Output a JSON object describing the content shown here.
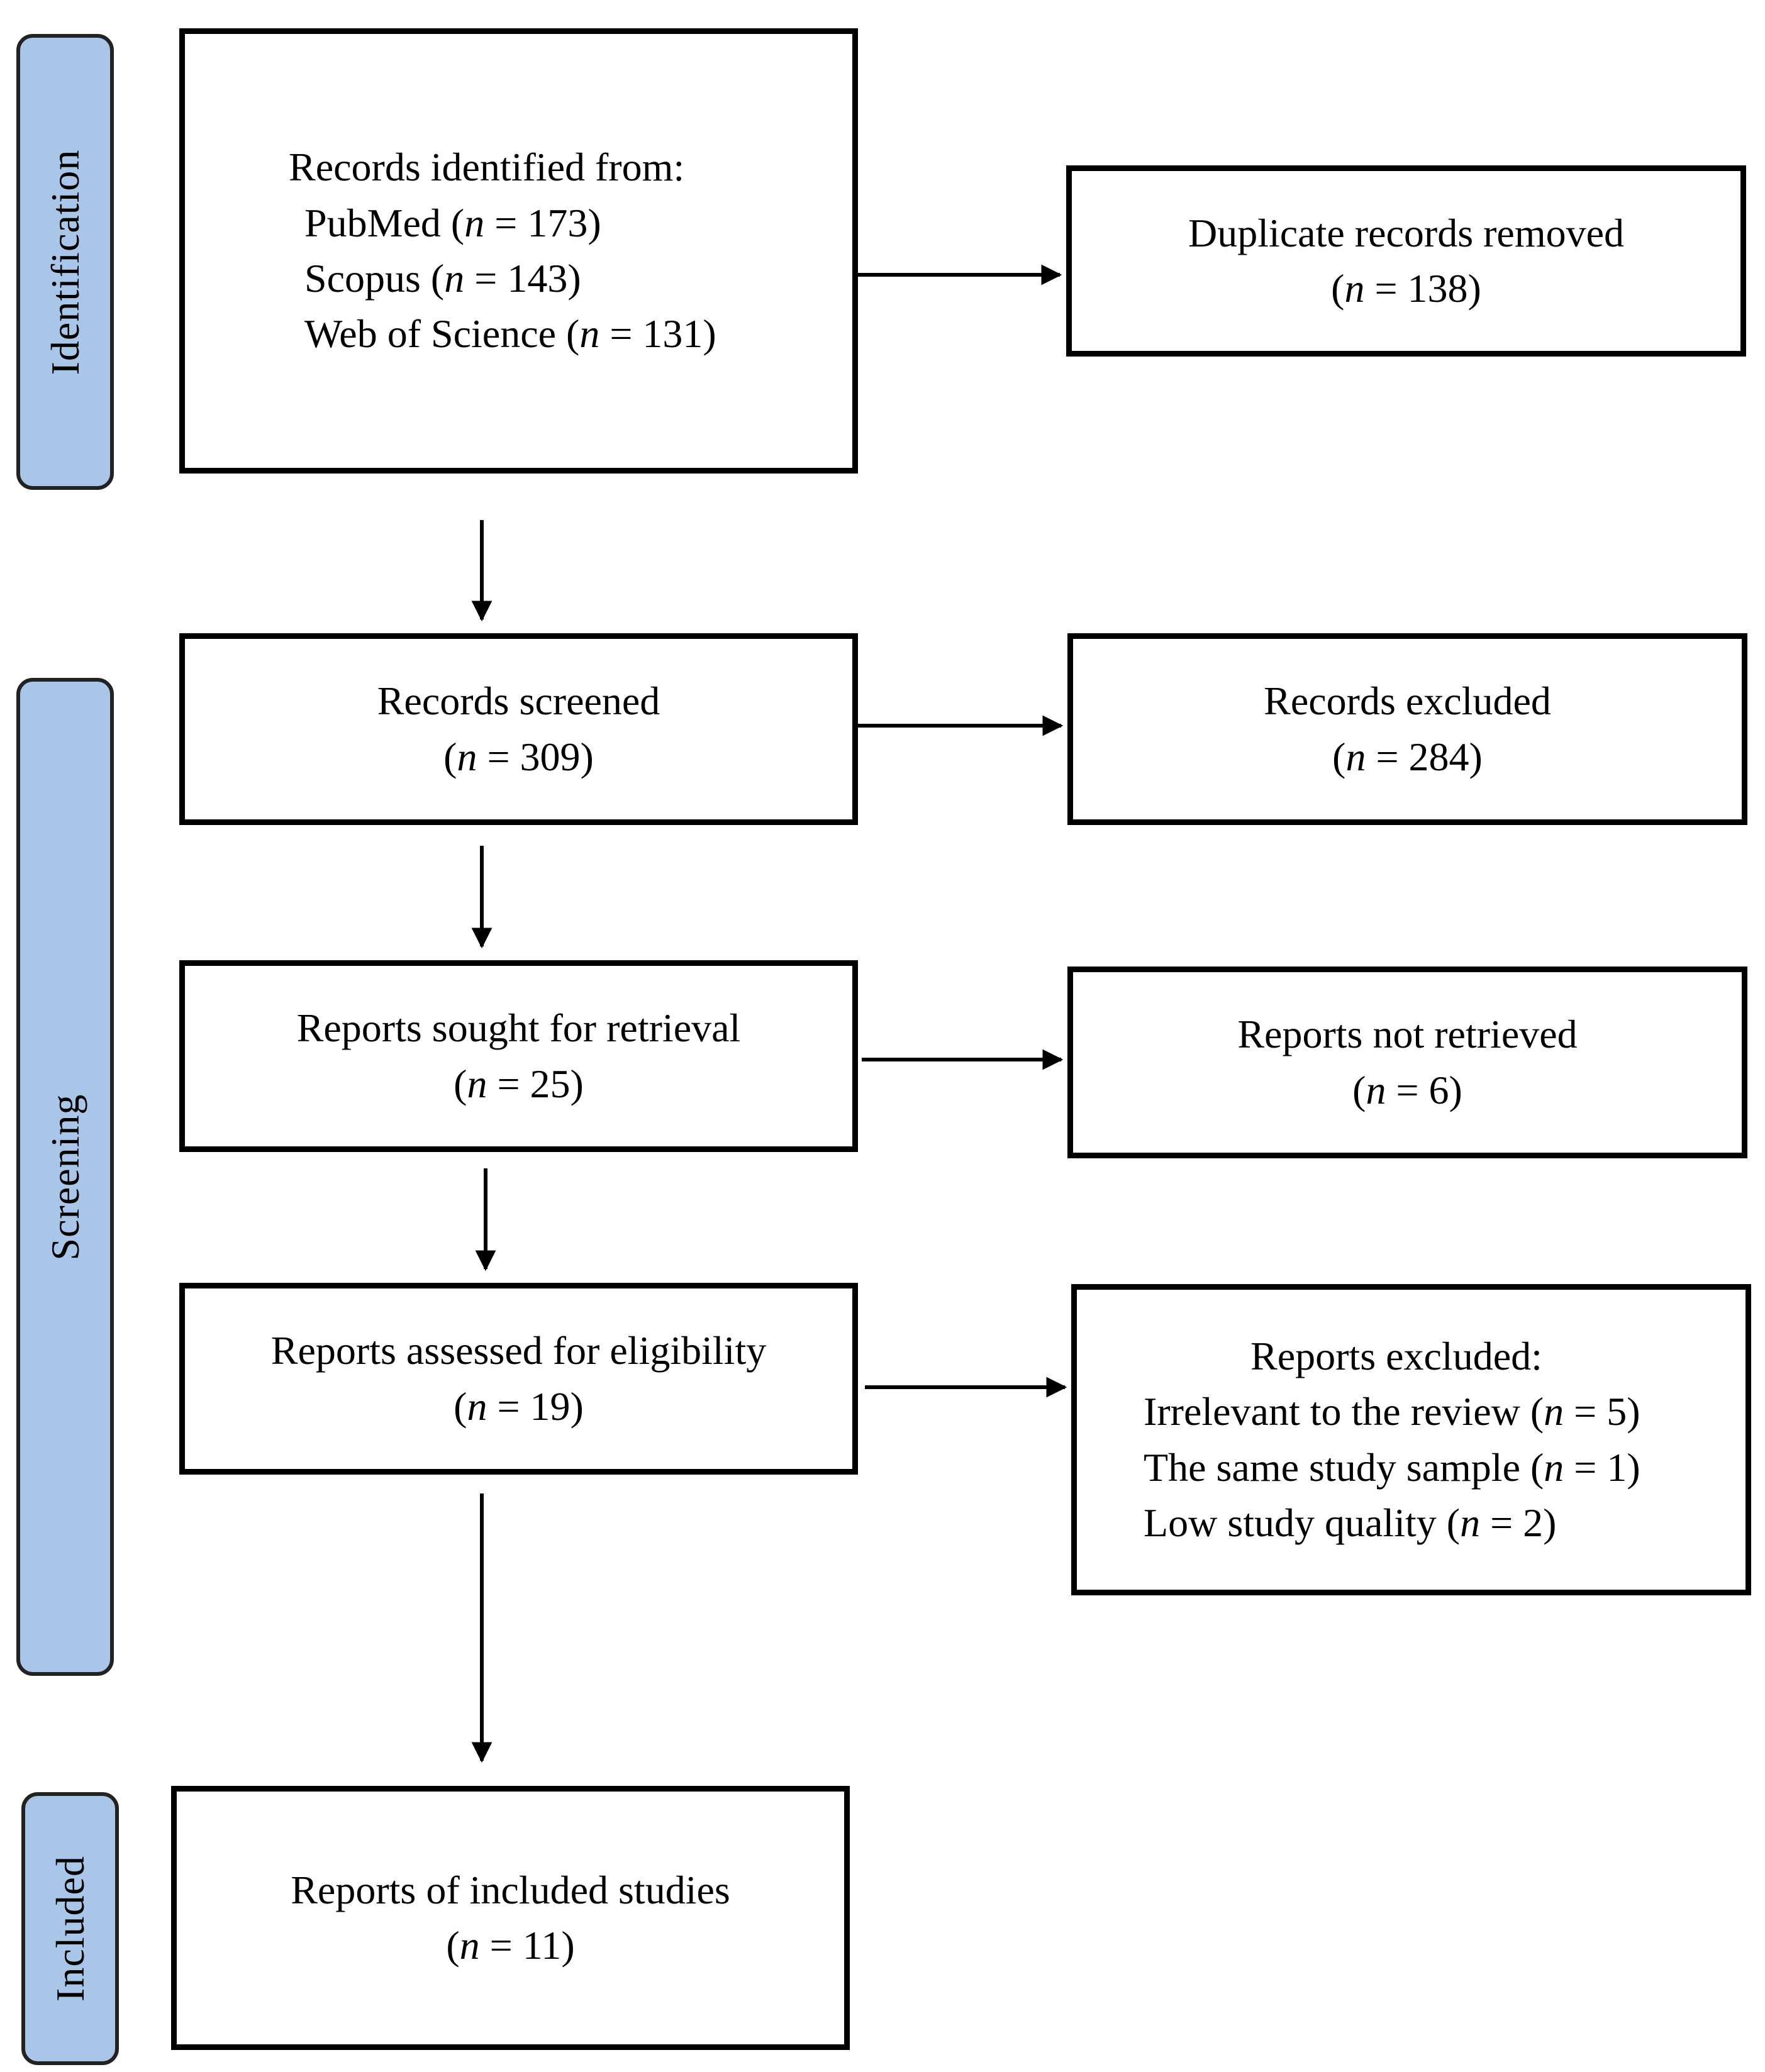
{
  "stages": {
    "identification": "Identification",
    "screening": "Screening",
    "included": "Included"
  },
  "boxes": {
    "identified": {
      "title": "Records identified from:",
      "sources": [
        {
          "name": "PubMed",
          "n": "173"
        },
        {
          "name": "Scopus",
          "n": "143"
        },
        {
          "name": "Web of Science",
          "n": "131"
        }
      ]
    },
    "duplicates": {
      "title": "Duplicate records removed",
      "n": "138"
    },
    "screened": {
      "title": "Records screened",
      "n": "309"
    },
    "excluded": {
      "title": "Records excluded",
      "n": "284"
    },
    "sought": {
      "title": "Reports sought for retrieval",
      "n": "25"
    },
    "not_retrieved": {
      "title": "Reports not retrieved",
      "n": "6"
    },
    "assessed": {
      "title": "Reports assessed for eligibility",
      "n": "19"
    },
    "reports_excluded": {
      "title": "Reports excluded:",
      "reasons": [
        {
          "name": "Irrelevant to the review",
          "n": "5"
        },
        {
          "name": "The same study sample",
          "n": "1"
        },
        {
          "name": "Low study quality",
          "n": "2"
        }
      ]
    },
    "included": {
      "title": "Reports of included studies",
      "n": "11"
    }
  },
  "n_symbol": "n"
}
